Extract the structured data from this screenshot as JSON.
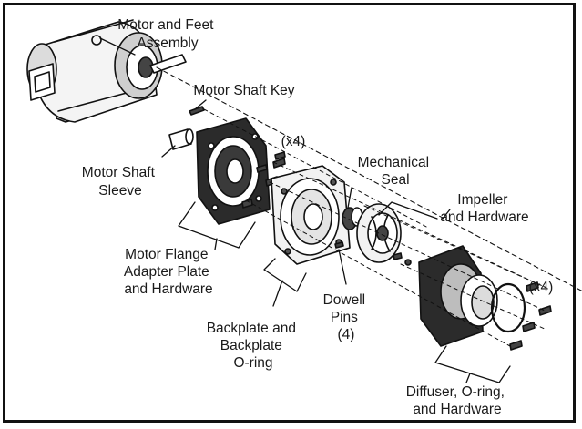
{
  "diagram": {
    "labels": {
      "motor_feet": [
        "Motor and Feet",
        "Assembly"
      ],
      "shaft_key": [
        "Motor Shaft Key"
      ],
      "shaft_sleeve": [
        "Motor Shaft",
        "Sleeve"
      ],
      "flange_adapter": [
        "Motor Flange",
        "Adapter Plate",
        "and Hardware"
      ],
      "x4_top": [
        "(x4)"
      ],
      "mechanical_seal": [
        "Mechanical",
        "Seal"
      ],
      "impeller": [
        "Impeller",
        "and Hardware"
      ],
      "x4_right": [
        "(x4)"
      ],
      "dowell_pins": [
        "Dowell",
        "Pins",
        "(4)"
      ],
      "backplate": [
        "Backplate and",
        "Backplate",
        "O-ring"
      ],
      "diffuser": [
        "Diffuser, O-ring,",
        "and Hardware"
      ]
    }
  }
}
